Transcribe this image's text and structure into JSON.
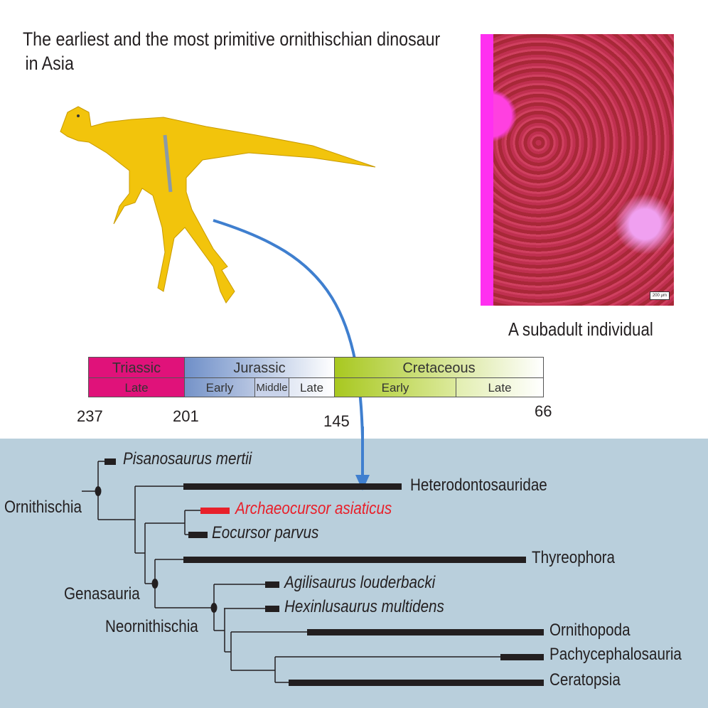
{
  "title": {
    "line1": "The earliest and the most primitive ornithischian dinosaur",
    "line2": "in Asia"
  },
  "histology": {
    "scale_label": "200 μm",
    "caption": "A subadult individual"
  },
  "timescale": {
    "periods": [
      "Triassic",
      "Jurassic",
      "Cretaceous"
    ],
    "epochs": [
      "Late",
      "Early",
      "Middle",
      "Late",
      "Early",
      "Late"
    ],
    "ticks": [
      "237",
      "201",
      "145",
      "66"
    ]
  },
  "tree": {
    "clades": [
      "Ornithischia",
      "Genasauria",
      "Neornithischia"
    ],
    "taxa": [
      "Pisanosaurus mertii",
      "Heterodontosauridae",
      "Archaeocursor asiaticus",
      "Eocursor parvus",
      "Thyreophora",
      "Agilisaurus louderbacki",
      "Hexinlusaurus multidens",
      "Ornithopoda",
      "Pachycephalosauria",
      "Ceratopsia"
    ],
    "highlight_color": "#e8202a"
  },
  "colors": {
    "triassic": "#e0127a",
    "jurassic": "#6f8fc8",
    "cretaceous": "#a8c820",
    "dinosaur": "#f2c40c",
    "arrow": "#3f7fcf",
    "background": "#b9cfdc"
  }
}
